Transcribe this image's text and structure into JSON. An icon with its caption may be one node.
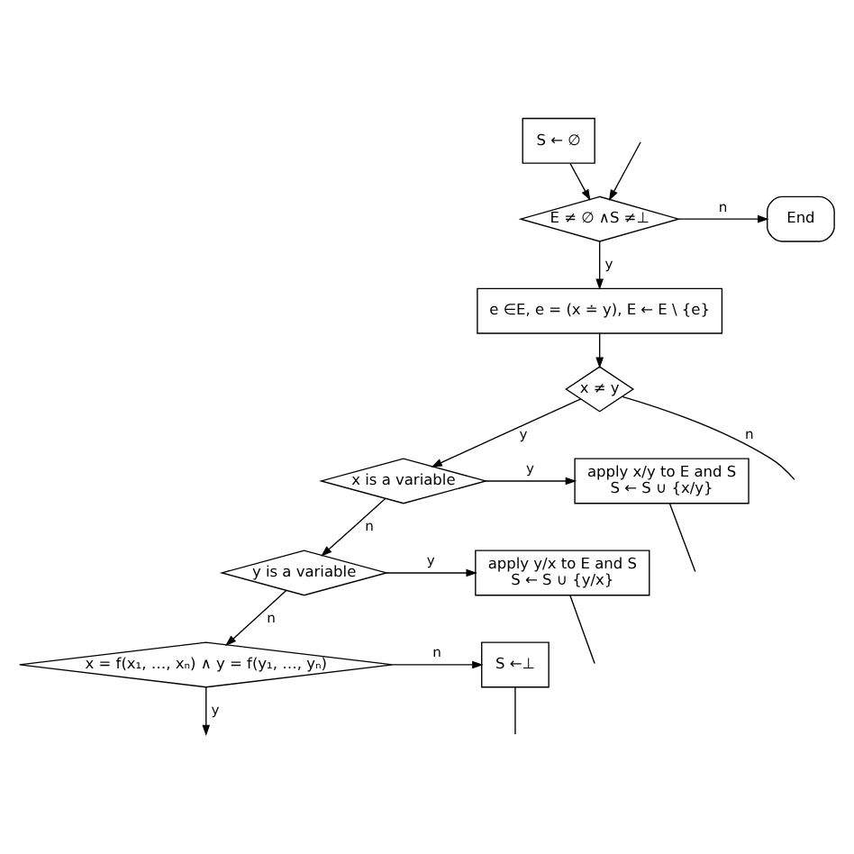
{
  "diagram": {
    "nodes": [
      {
        "text": [
          "S ← ∅"
        ]
      },
      {
        "text": [
          "E ≠ ∅ ∧S ≠⊥"
        ]
      },
      {
        "text": [
          "End"
        ]
      },
      {
        "text": [
          "e ∈E, e = (x ≐ y), E ← E \\ {e}"
        ]
      },
      {
        "text": [
          "x ≠ y"
        ]
      },
      {
        "text": [
          "x is a variable"
        ]
      },
      {
        "text": [
          "apply x/y to E and S",
          "S ← S ∪ {x/y}"
        ]
      },
      {
        "text": [
          "y is a variable"
        ]
      },
      {
        "text": [
          "apply y/x to E and S",
          "S ← S ∪ {y/x}"
        ]
      },
      {
        "text": [
          "x = f(x₁, …, xₙ) ∧ y = f(y₁, …, yₙ)"
        ]
      },
      {
        "text": [
          "S ←⊥"
        ]
      }
    ],
    "edges": [
      {
        "from": 0,
        "to": 1,
        "arrow": "to"
      },
      {
        "from": 1,
        "to": 2,
        "arrow": "to",
        "label": "n"
      },
      {
        "from": 1,
        "to": 3,
        "arrow": "to",
        "label": "y"
      },
      {
        "from": 3,
        "to": 4,
        "arrow": "to"
      },
      {
        "from": 4,
        "to": 5,
        "arrow": "to",
        "label": "y"
      },
      {
        "from": 4,
        "to": null,
        "arrow": "none",
        "label": "n"
      },
      {
        "from": 5,
        "to": 6,
        "arrow": "to",
        "label": "y"
      },
      {
        "from": 5,
        "to": 7,
        "arrow": "to",
        "label": "n"
      },
      {
        "from": 7,
        "to": 8,
        "arrow": "to",
        "label": "y"
      },
      {
        "from": 7,
        "to": 9,
        "arrow": "to",
        "label": "n"
      },
      {
        "from": 9,
        "to": 10,
        "arrow": "to",
        "label": "n"
      },
      {
        "from": 9,
        "to": null,
        "arrow": "to",
        "label": "y"
      },
      {
        "from": 6,
        "to": null,
        "arrow": "none"
      },
      {
        "from": 8,
        "to": null,
        "arrow": "none"
      },
      {
        "from": 10,
        "to": null,
        "arrow": "none"
      },
      {
        "from": null,
        "to": 1,
        "arrow": "to"
      }
    ]
  }
}
